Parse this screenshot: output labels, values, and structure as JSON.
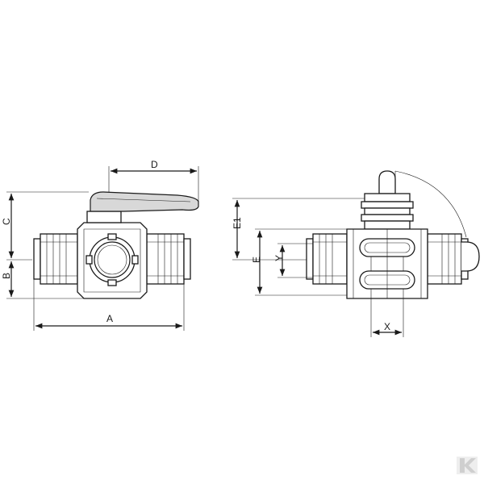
{
  "dimensions": {
    "a": "A",
    "b": "B",
    "c": "C",
    "d": "D",
    "e": "E",
    "e1": "E1",
    "x": "X",
    "y": "Y"
  },
  "logo": {
    "text": "K",
    "icon": "brand-logo-icon",
    "color": "#dddddd"
  },
  "colors": {
    "line": "#1a1a1a",
    "handle": "#d8d8d8",
    "background": "#ffffff"
  }
}
